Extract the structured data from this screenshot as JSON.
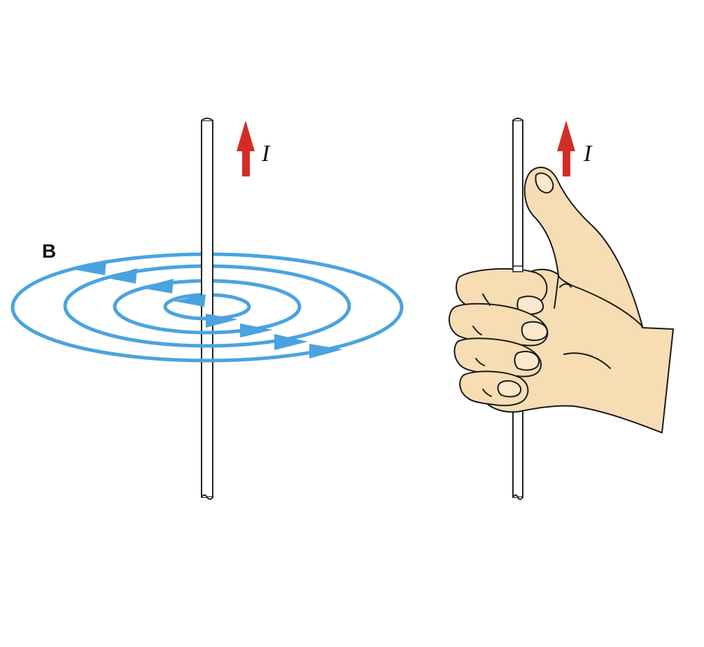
{
  "figure": {
    "field_label": "B",
    "current_label_left": "I",
    "current_label_right": "I"
  },
  "colors": {
    "field_lines": "#4aa3df",
    "current_arrow": "#d42d27",
    "wire_stroke": "#222222",
    "skin": "#f7ddb4",
    "outline": "#1a1a1a",
    "background": "#ffffff"
  },
  "icons": {
    "left_panel": [
      "wire-icon",
      "current-arrow-icon",
      "magnetic-field-loops-icon"
    ],
    "right_panel": [
      "wire-icon",
      "current-arrow-icon",
      "right-hand-icon"
    ]
  }
}
